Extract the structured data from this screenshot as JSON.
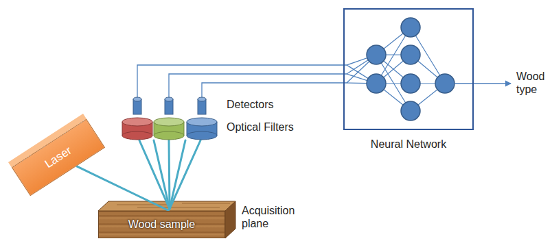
{
  "diagram": {
    "nodes": [
      {
        "text": [
          "Laser"
        ]
      },
      {
        "text": [
          "Wood sample"
        ]
      },
      {
        "text": [
          "Neural Network"
        ]
      }
    ],
    "edges": [
      {
        "from": 0,
        "to": 1,
        "arrow": "none"
      }
    ],
    "labels": [
      "Detectors",
      "Optical Filters",
      "Acquisition plane",
      "Wood type"
    ]
  }
}
